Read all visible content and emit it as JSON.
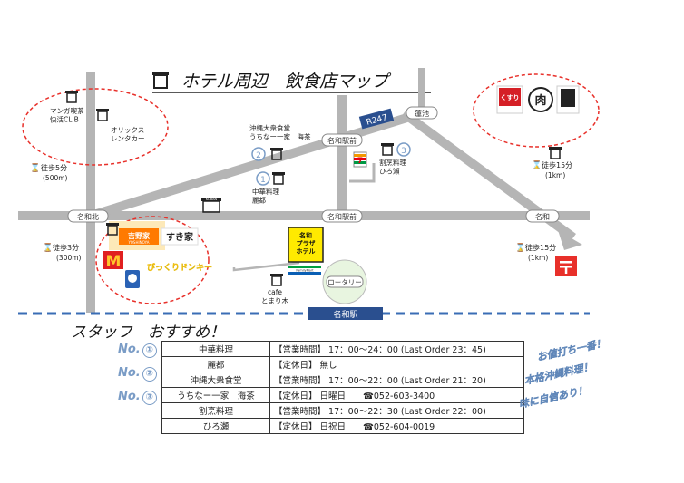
{
  "title": "ホテル周辺　飲食店マップ",
  "places": {
    "manga": "マンガ喫茶\n快活CLIB",
    "orix": "オリックス\nレンタカー",
    "okinawa_shokudo": "沖縄大衆食堂\nうちなー一家　海茶",
    "chuka": "中華料理\n麗都",
    "kappo": "割烹料理\nひろ瀬",
    "koban": "KOBAN",
    "hotel": "名和\nプラザ\nホテル",
    "cafe": "cafe\nとまり木",
    "rotary": "ロータリー",
    "station": "名和駅",
    "yoshinoya": "吉野家",
    "yoshinoya_en": "YOSHINOYA",
    "sukiya": "すき家",
    "bikkuri": "びっくりドンキー",
    "kusuri": "くすり",
    "niku": "肉",
    "familymart": "FamilyMart"
  },
  "intersections": {
    "nawa_kita": "名和北",
    "nawa_ekimae": "名和駅前",
    "nawa_ekimae2": "名和駅前",
    "nawa_higashi": "名和",
    "kamiike": "蓮池"
  },
  "route_badge": "R247",
  "walks": {
    "walk1": "徒歩5分",
    "walk1_m": "(500m)",
    "walk2": "徒歩3分",
    "walk2_m": "(300m)",
    "walk3": "徒歩15分",
    "walk3_m": "(1km)",
    "walk4": "徒歩15分",
    "walk4_m": "(1km)"
  },
  "staff_title": "スタッフ　おすすめ！",
  "recommendations": [
    {
      "no": "No.",
      "num": "①",
      "name_line1": "中華料理",
      "name_line2": "麗都",
      "hours": "【営業時間】 17：00～24：00 (Last Order 23：45)",
      "holiday": "【定休日】 無し"
    },
    {
      "no": "No.",
      "num": "②",
      "name_line1": "沖縄大衆食堂",
      "name_line2": "うちなー一家　海茶",
      "hours": "【営業時間】 17：00～22：00 (Last Order 21：20)",
      "holiday": "【定休日】 日曜日　　☎052-603-3400"
    },
    {
      "no": "No.",
      "num": "③",
      "name_line1": "割烹料理",
      "name_line2": "ひろ瀬",
      "hours": "【営業時間】 17：00～22：30 (Last Order 22：00)",
      "holiday": "【定休日】 日祝日　　☎052-604-0019"
    }
  ],
  "side_notes": [
    "お値打ち一番！",
    "本格沖縄料理！",
    "味に自信あり！"
  ],
  "colors": {
    "road": "#b5b5b5",
    "bubble": "#e8302a",
    "hotel": "#ffea00",
    "bluebadge": "#2a4f8f",
    "accent": "#7a9cc6"
  }
}
